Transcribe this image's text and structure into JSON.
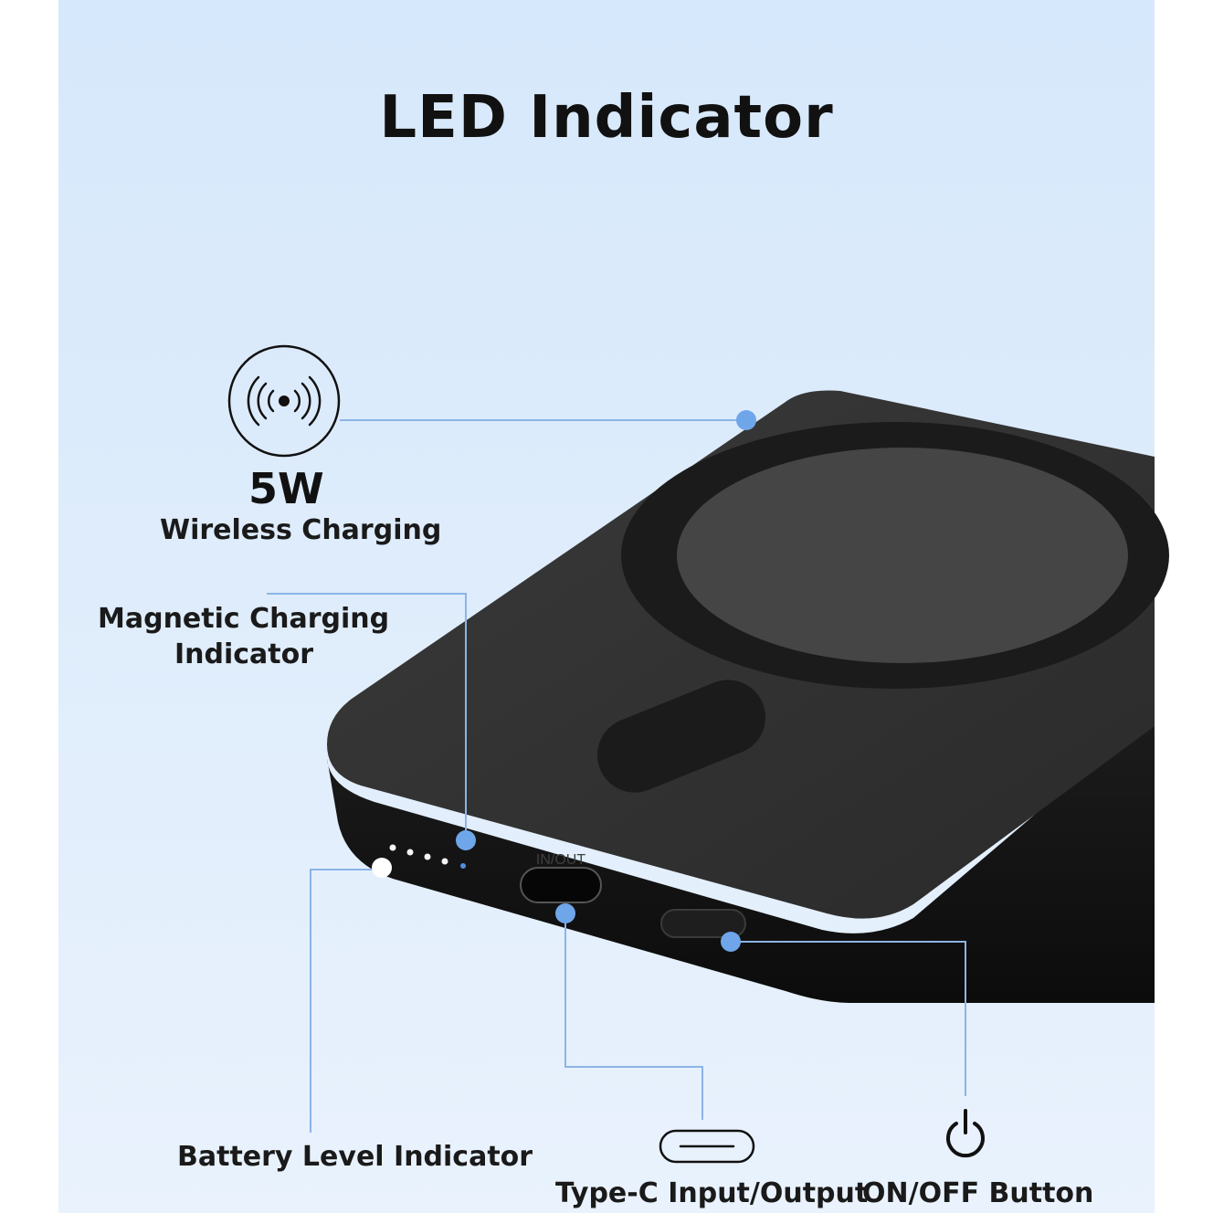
{
  "title": "LED Indicator",
  "wireless": {
    "power": "5W",
    "label": "Wireless Charging"
  },
  "magnetic": {
    "line1": "Magnetic Charging",
    "line2": "Indicator"
  },
  "battery": {
    "label": "Battery Level Indicator"
  },
  "port": {
    "label": "Type-C Input/Output",
    "engraving": "IN/OUT"
  },
  "power_button": {
    "label": "ON/OFF Button"
  },
  "colors": {
    "accent": "#7aaae8",
    "callout_dot": "#6fa6ea",
    "device": "#2e2e2e"
  },
  "icons": [
    "wireless-charging-icon",
    "usb-c-port-icon",
    "power-icon"
  ]
}
